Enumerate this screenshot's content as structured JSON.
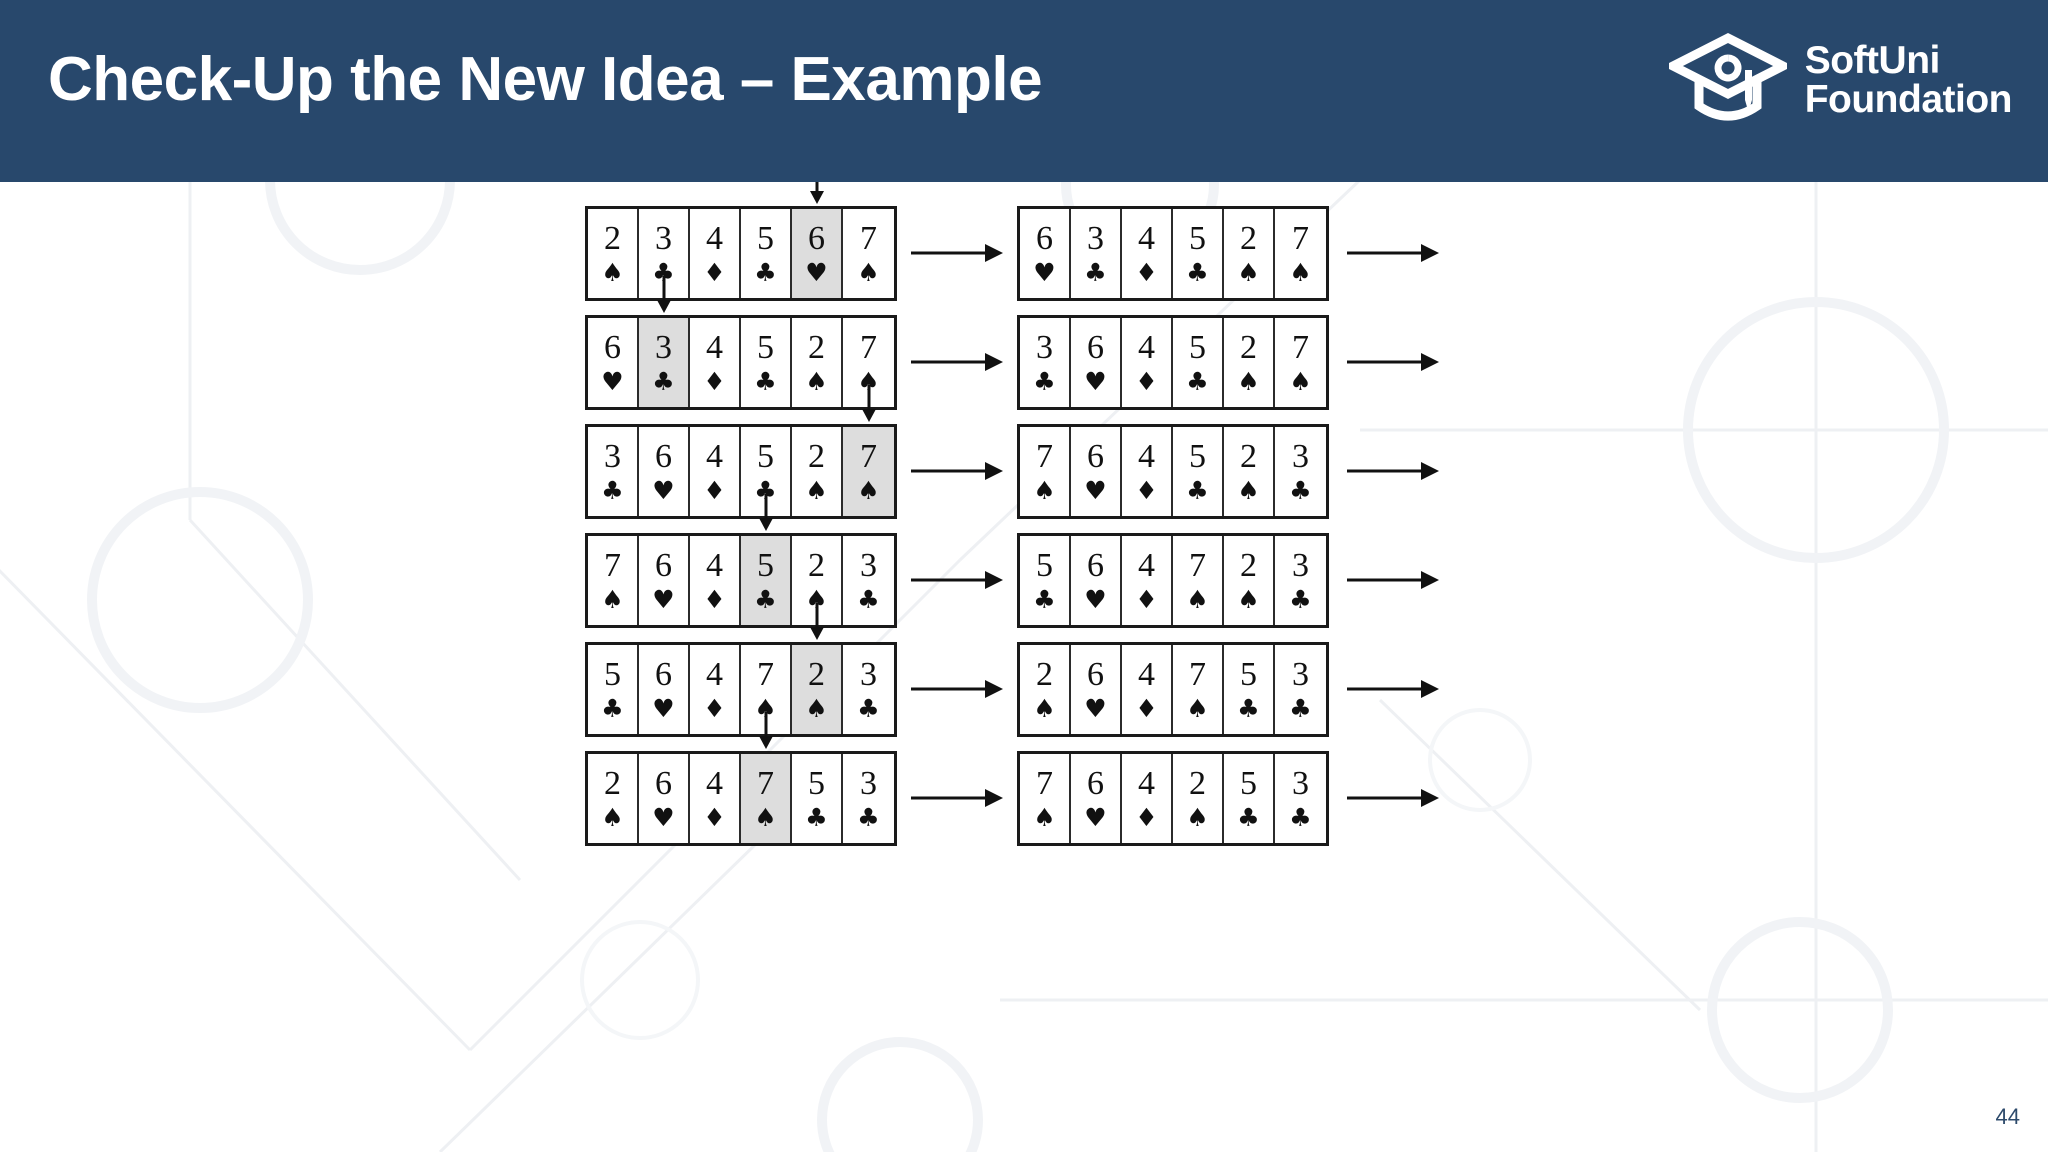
{
  "header": {
    "title": "Check-Up the New Idea – Example",
    "background_color": "#28486c",
    "title_color": "#ffffff",
    "logo": {
      "icon": "graduation-cap-icon",
      "line1": "SoftUni",
      "line2": "Foundation"
    }
  },
  "footer": {
    "page_number": "44",
    "page_number_color": "#2d4a6b"
  },
  "colors": {
    "card_highlight": "#dddddd",
    "card_border": "#1a1a1a",
    "card_background": "#ffffff"
  },
  "diagram": {
    "type": "selection-sort-card-trace",
    "arrow_between": "right-arrow-icon",
    "arrow_marker": "down-arrow-icon",
    "rows": [
      {
        "left": {
          "cards": [
            {
              "rank": "2",
              "suit": "♠",
              "highlighted": false
            },
            {
              "rank": "3",
              "suit": "♣",
              "highlighted": false
            },
            {
              "rank": "4",
              "suit": "♦",
              "highlighted": false
            },
            {
              "rank": "5",
              "suit": "♣",
              "highlighted": false
            },
            {
              "rank": "6",
              "suit": "♥",
              "highlighted": true
            },
            {
              "rank": "7",
              "suit": "♠",
              "highlighted": false
            }
          ]
        },
        "right": {
          "cards": [
            {
              "rank": "6",
              "suit": "♥",
              "highlighted": false
            },
            {
              "rank": "3",
              "suit": "♣",
              "highlighted": false
            },
            {
              "rank": "4",
              "suit": "♦",
              "highlighted": false
            },
            {
              "rank": "5",
              "suit": "♣",
              "highlighted": false
            },
            {
              "rank": "2",
              "suit": "♠",
              "highlighted": false
            },
            {
              "rank": "7",
              "suit": "♠",
              "highlighted": false
            }
          ]
        }
      },
      {
        "left": {
          "cards": [
            {
              "rank": "6",
              "suit": "♥",
              "highlighted": false
            },
            {
              "rank": "3",
              "suit": "♣",
              "highlighted": true
            },
            {
              "rank": "4",
              "suit": "♦",
              "highlighted": false
            },
            {
              "rank": "5",
              "suit": "♣",
              "highlighted": false
            },
            {
              "rank": "2",
              "suit": "♠",
              "highlighted": false
            },
            {
              "rank": "7",
              "suit": "♠",
              "highlighted": false
            }
          ]
        },
        "right": {
          "cards": [
            {
              "rank": "3",
              "suit": "♣",
              "highlighted": false
            },
            {
              "rank": "6",
              "suit": "♥",
              "highlighted": false
            },
            {
              "rank": "4",
              "suit": "♦",
              "highlighted": false
            },
            {
              "rank": "5",
              "suit": "♣",
              "highlighted": false
            },
            {
              "rank": "2",
              "suit": "♠",
              "highlighted": false
            },
            {
              "rank": "7",
              "suit": "♠",
              "highlighted": false
            }
          ]
        }
      },
      {
        "left": {
          "cards": [
            {
              "rank": "3",
              "suit": "♣",
              "highlighted": false
            },
            {
              "rank": "6",
              "suit": "♥",
              "highlighted": false
            },
            {
              "rank": "4",
              "suit": "♦",
              "highlighted": false
            },
            {
              "rank": "5",
              "suit": "♣",
              "highlighted": false
            },
            {
              "rank": "2",
              "suit": "♠",
              "highlighted": false
            },
            {
              "rank": "7",
              "suit": "♠",
              "highlighted": true
            }
          ]
        },
        "right": {
          "cards": [
            {
              "rank": "7",
              "suit": "♠",
              "highlighted": false
            },
            {
              "rank": "6",
              "suit": "♥",
              "highlighted": false
            },
            {
              "rank": "4",
              "suit": "♦",
              "highlighted": false
            },
            {
              "rank": "5",
              "suit": "♣",
              "highlighted": false
            },
            {
              "rank": "2",
              "suit": "♠",
              "highlighted": false
            },
            {
              "rank": "3",
              "suit": "♣",
              "highlighted": false
            }
          ]
        }
      },
      {
        "left": {
          "cards": [
            {
              "rank": "7",
              "suit": "♠",
              "highlighted": false
            },
            {
              "rank": "6",
              "suit": "♥",
              "highlighted": false
            },
            {
              "rank": "4",
              "suit": "♦",
              "highlighted": false
            },
            {
              "rank": "5",
              "suit": "♣",
              "highlighted": true
            },
            {
              "rank": "2",
              "suit": "♠",
              "highlighted": false
            },
            {
              "rank": "3",
              "suit": "♣",
              "highlighted": false
            }
          ]
        },
        "right": {
          "cards": [
            {
              "rank": "5",
              "suit": "♣",
              "highlighted": false
            },
            {
              "rank": "6",
              "suit": "♥",
              "highlighted": false
            },
            {
              "rank": "4",
              "suit": "♦",
              "highlighted": false
            },
            {
              "rank": "7",
              "suit": "♠",
              "highlighted": false
            },
            {
              "rank": "2",
              "suit": "♠",
              "highlighted": false
            },
            {
              "rank": "3",
              "suit": "♣",
              "highlighted": false
            }
          ]
        }
      },
      {
        "left": {
          "cards": [
            {
              "rank": "5",
              "suit": "♣",
              "highlighted": false
            },
            {
              "rank": "6",
              "suit": "♥",
              "highlighted": false
            },
            {
              "rank": "4",
              "suit": "♦",
              "highlighted": false
            },
            {
              "rank": "7",
              "suit": "♠",
              "highlighted": false
            },
            {
              "rank": "2",
              "suit": "♠",
              "highlighted": true
            },
            {
              "rank": "3",
              "suit": "♣",
              "highlighted": false
            }
          ]
        },
        "right": {
          "cards": [
            {
              "rank": "2",
              "suit": "♠",
              "highlighted": false
            },
            {
              "rank": "6",
              "suit": "♥",
              "highlighted": false
            },
            {
              "rank": "4",
              "suit": "♦",
              "highlighted": false
            },
            {
              "rank": "7",
              "suit": "♠",
              "highlighted": false
            },
            {
              "rank": "5",
              "suit": "♣",
              "highlighted": false
            },
            {
              "rank": "3",
              "suit": "♣",
              "highlighted": false
            }
          ]
        }
      },
      {
        "left": {
          "cards": [
            {
              "rank": "2",
              "suit": "♠",
              "highlighted": false
            },
            {
              "rank": "6",
              "suit": "♥",
              "highlighted": false
            },
            {
              "rank": "4",
              "suit": "♦",
              "highlighted": false
            },
            {
              "rank": "7",
              "suit": "♠",
              "highlighted": true
            },
            {
              "rank": "5",
              "suit": "♣",
              "highlighted": false
            },
            {
              "rank": "3",
              "suit": "♣",
              "highlighted": false
            }
          ]
        },
        "right": {
          "cards": [
            {
              "rank": "7",
              "suit": "♠",
              "highlighted": false
            },
            {
              "rank": "6",
              "suit": "♥",
              "highlighted": false
            },
            {
              "rank": "4",
              "suit": "♦",
              "highlighted": false
            },
            {
              "rank": "2",
              "suit": "♠",
              "highlighted": false
            },
            {
              "rank": "5",
              "suit": "♣",
              "highlighted": false
            },
            {
              "rank": "3",
              "suit": "♣",
              "highlighted": false
            }
          ]
        }
      }
    ]
  }
}
